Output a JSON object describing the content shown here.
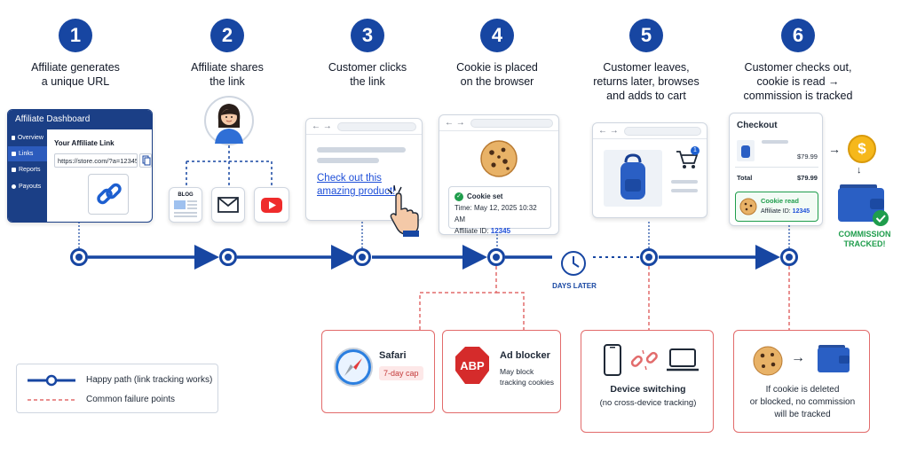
{
  "steps": [
    {
      "num": "1",
      "title_l1": "Affiliate generates",
      "title_l2": "a unique URL"
    },
    {
      "num": "2",
      "title_l1": "Affiliate shares",
      "title_l2": "the link"
    },
    {
      "num": "3",
      "title_l1": "Customer clicks",
      "title_l2": "the link"
    },
    {
      "num": "4",
      "title_l1": "Cookie is placed",
      "title_l2": "on the browser"
    },
    {
      "num": "5",
      "title_l1": "Customer leaves,",
      "title_l2": "returns later, browses",
      "title_l3": "and adds to cart"
    },
    {
      "num": "6",
      "title_l1": "Customer checks out,",
      "title_l2": "cookie is read →",
      "title_l3": "commission is tracked"
    }
  ],
  "dashboard": {
    "title": "Affiliate Dashboard",
    "nav": [
      "Overview",
      "Links",
      "Reports",
      "Payouts"
    ],
    "link_label": "Your Affiliate Link",
    "link_value": "https://store.com/?a=12345"
  },
  "share": {
    "blog_label": "BLOG"
  },
  "click": {
    "link_l1": "Check out this",
    "link_l2": "amazing product!"
  },
  "cookie": {
    "set_label": "Cookie set",
    "time_label": "Time:",
    "time_value": "May 12, 2025 10:32 AM",
    "aff_label": "Affiliate ID:",
    "aff_value": "12345"
  },
  "cart": {
    "badge": "1"
  },
  "checkout": {
    "title": "Checkout",
    "item_price": "$79.99",
    "total_label": "Total",
    "total_value": "$79.99",
    "cookie_read": "Cookie read",
    "aff_label": "Affiliate ID:",
    "aff_value": "12345"
  },
  "commission": {
    "l1": "COMMISSION",
    "l2": "TRACKED!",
    "coin": "$"
  },
  "days_later": "DAYS LATER",
  "failures": {
    "safari": {
      "title": "Safari",
      "badge": "7-day cap"
    },
    "adblock": {
      "title": "Ad blocker",
      "desc_l1": "May block",
      "desc_l2": "tracking cookies",
      "logo": "ABP"
    },
    "device": {
      "title": "Device switching",
      "desc": "(no cross-device tracking)"
    },
    "deleted": {
      "l1": "If cookie is deleted",
      "l2": "or blocked, no commission",
      "l3": "will be tracked"
    }
  },
  "legend": {
    "happy": "Happy path (link tracking works)",
    "fail": "Common failure points"
  },
  "colors": {
    "primary": "#1746a2",
    "fail": "#e26b6b",
    "success": "#1f9d4c",
    "link": "#1d4ed8"
  }
}
